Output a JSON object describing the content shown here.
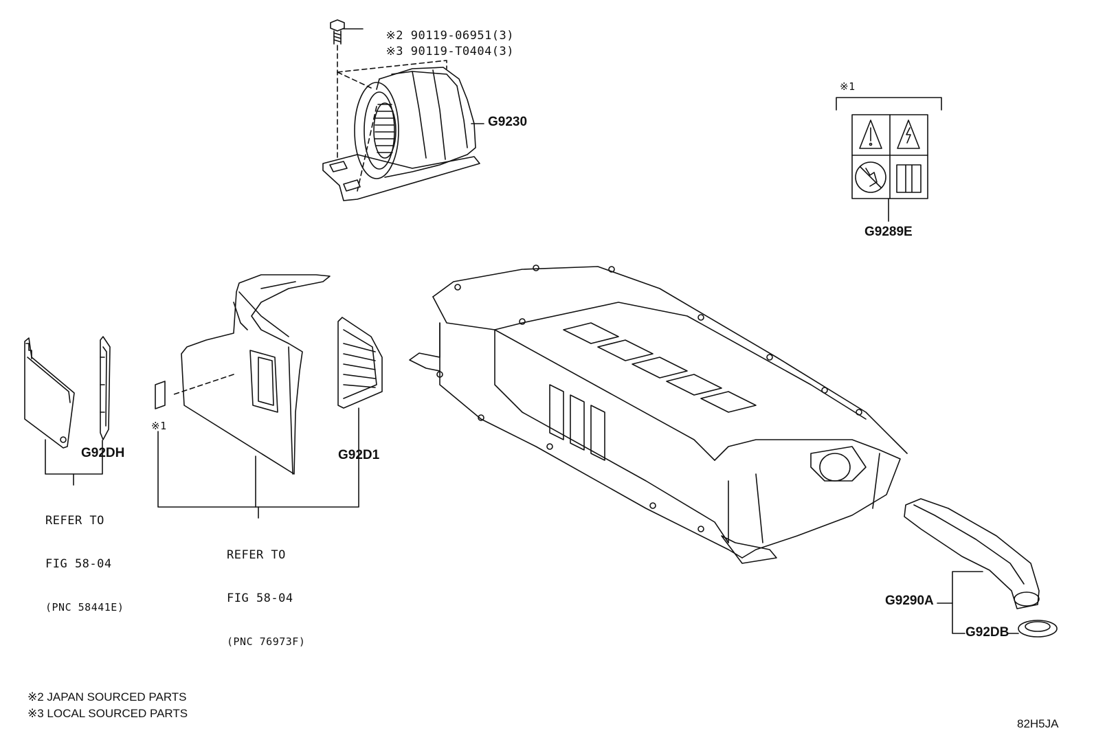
{
  "fasteners": {
    "line1_mark": "※2",
    "line1_part": "90119-06951(3)",
    "line2_mark": "※3",
    "line2_part": "90119-T0404(3)"
  },
  "labels": {
    "blower": "G9230",
    "warning_label": "G9289E",
    "warning_label_mark": "※1",
    "duct_left": "G92DH",
    "duct_mid": "G92D1",
    "small_label_mark": "※1",
    "hose": "G9290A",
    "grommet": "G92DB"
  },
  "refer_left": {
    "line1": "REFER TO",
    "line2": "FIG 58-04",
    "line3": "(PNC 58441E)"
  },
  "refer_mid": {
    "line1": "REFER TO",
    "line2": "FIG 58-04",
    "line3": "(PNC 76973F)"
  },
  "footnotes": {
    "note2": "※2 JAPAN SOURCED PARTS",
    "note3": "※3 LOCAL SOURCED PARTS"
  },
  "figure_code": "82H5JA"
}
